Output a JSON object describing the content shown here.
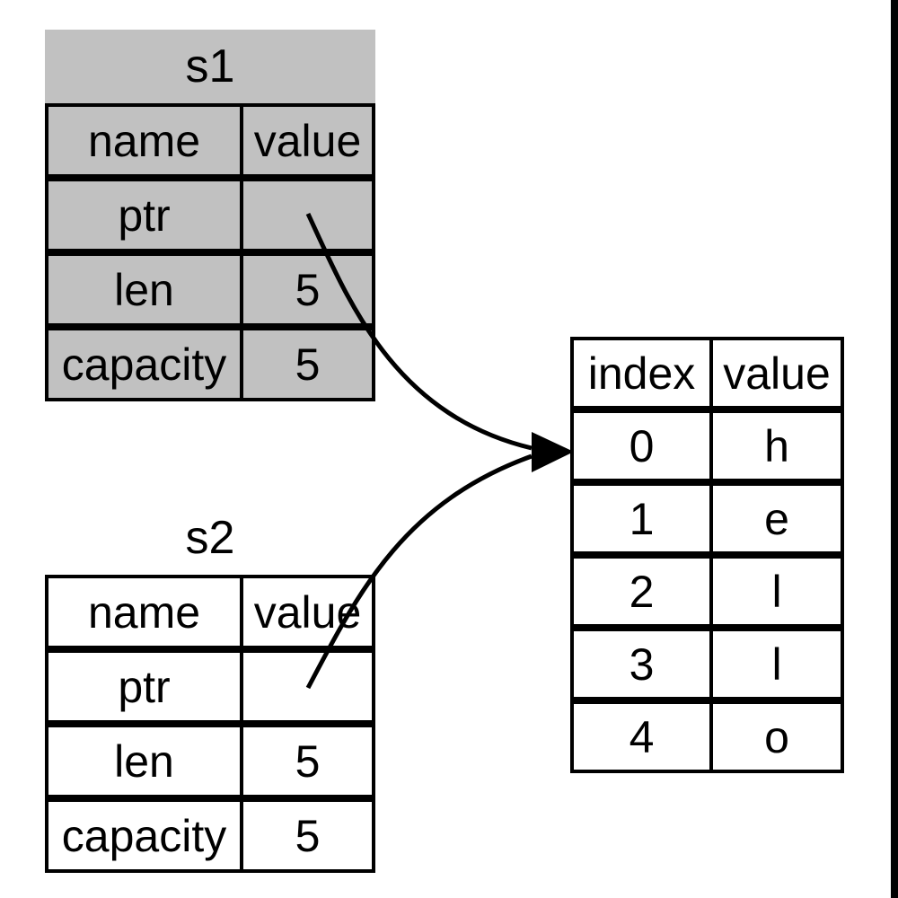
{
  "diagram": {
    "s1": {
      "title": "s1",
      "headers": [
        "name",
        "value"
      ],
      "rows": [
        [
          "ptr",
          ""
        ],
        [
          "len",
          "5"
        ],
        [
          "capacity",
          "5"
        ]
      ]
    },
    "s2": {
      "title": "s2",
      "headers": [
        "name",
        "value"
      ],
      "rows": [
        [
          "ptr",
          ""
        ],
        [
          "len",
          "5"
        ],
        [
          "capacity",
          "5"
        ]
      ]
    },
    "heap": {
      "headers": [
        "index",
        "value"
      ],
      "rows": [
        [
          "0",
          "h"
        ],
        [
          "1",
          "e"
        ],
        [
          "2",
          "l"
        ],
        [
          "3",
          "l"
        ],
        [
          "4",
          "o"
        ]
      ]
    },
    "colors": {
      "s1_fill": "#c1c1c1",
      "line": "#000000",
      "background": "#ffffff"
    }
  }
}
